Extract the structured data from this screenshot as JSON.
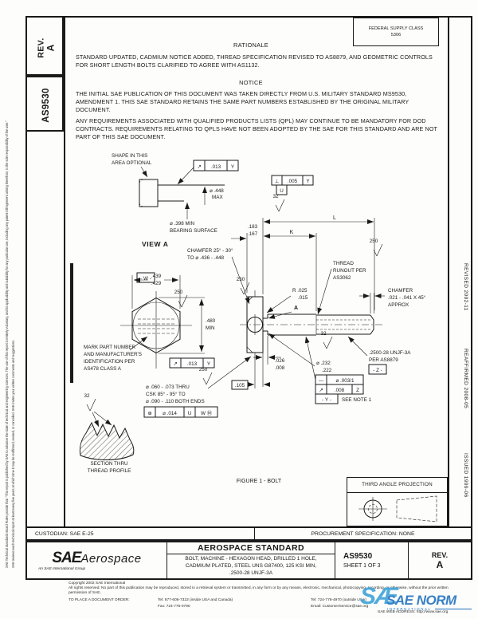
{
  "header": {
    "rev_label": "REV.",
    "rev_value": "A",
    "doc_number": "AS9530",
    "fsc_line1": "FEDERAL SUPPLY CLASS",
    "fsc_line2": "5306"
  },
  "margins": {
    "disclaimer_1": "SAE Technical Standards Board Rules provide that: \"This report is published by SAE to advance the state of technical and engineering sciences. The use of this report is entirely voluntary, and its applicability and suitability for any particular use, including any patent infringement arising therefrom, is the sole responsibility of the user.\"",
    "disclaimer_2": "SAE reviews each technical report at least every five years at which time it may be reaffirmed, revised, or cancelled. SAE invites your written comments and suggestions.",
    "revised": "REVISED 2002-11",
    "reaffirmed": "REAFFIRMED 2008-05",
    "issued": "ISSUED 1999-06"
  },
  "rationale": {
    "heading": "RATIONALE",
    "body": "STANDARD UPDATED, CADMIUM NOTICE ADDED, THREAD SPECIFICATION REVISED TO AS8879, AND GEOMETRIC CONTROLS FOR SHORT LENGTH BOLTS CLARIFIED TO AGREE WITH AS1132."
  },
  "notice": {
    "heading": "NOTICE",
    "para_1": "THE INITIAL SAE PUBLICATION OF THIS DOCUMENT WAS TAKEN DIRECTLY FROM U.S. MILITARY STANDARD MS9530, AMENDMENT 1. THIS SAE STANDARD RETAINS THE SAME PART NUMBERS ESTABLISHED BY THE ORIGINAL MILITARY DOCUMENT.",
    "para_2": "ANY REQUIREMENTS ASSOCIATED WITH QUALIFIED PRODUCTS LISTS (QPL) MAY CONTINUE TO BE MANDATORY FOR DOD CONTRACTS. REQUIREMENTS RELATING TO QPLS HAVE NOT BEEN ADOPTED BY THE SAE FOR THIS STANDARD AND ARE NOT PART OF THIS SAE DOCUMENT."
  },
  "figure": {
    "caption": "FIGURE 1 - BOLT",
    "shape_note_1": "SHAPE IN THIS",
    "shape_note_2": "AREA OPTIONAL",
    "view_a": "VIEW A",
    "view_arrow": "A",
    "fcf_runout_head": {
      "symbol": "↗",
      "value": ".013",
      "datum": "Y"
    },
    "dia_max_1": "⌀ .448",
    "dia_max_2": "MAX",
    "dia_bearing_1": "⌀ .398 MIN",
    "dia_bearing_2": "BEARING SURFACE",
    "fcf_perp": {
      "symbol": "⊥",
      "value": ".005",
      "datum": "Y"
    },
    "datum_u": "U",
    "datum_w": "- W -",
    "datum_y": "- Y -",
    "datum_z": "- Z -",
    "finish_32": "32",
    "finish_250": "250",
    "dim_L": "L",
    "dim_K": "K",
    "head_height_1": ".183",
    "head_height_2": ".167",
    "chamfer_head_1": "CHAMFER 25° - 30°",
    "chamfer_head_2": "TO ⌀ .436 - .448",
    "thread_runout_1": "THREAD",
    "thread_runout_2": "RUNOUT PER",
    "thread_runout_3": "AS3062",
    "chamfer_end_1": "CHAMFER",
    "chamfer_end_2": ".021 - .041 X 45°",
    "chamfer_end_3": "APPROX",
    "radius_1": "R .025",
    "radius_2": ".015",
    "across_flats_1": ".439",
    "across_flats_2": ".429",
    "across_corners_1": ".480",
    "across_corners_2": "MIN",
    "mark_note_1": "MARK PART NUMBER",
    "mark_note_2": "AND MANUFACTURER'S",
    "mark_note_3": "IDENTIFICATION PER",
    "mark_note_4": "AS478 CLASS A",
    "fcf_runout_hex": {
      "symbol": "↗",
      "value": ".013",
      "datum": "Y"
    },
    "hole_note_1": "⌀ .060 - .073 THRU",
    "hole_note_2": "CSK 85° - 95° TO",
    "hole_note_3": "⌀ .090 - .110 BOTH ENDS",
    "fcf_position": {
      "symbol": "⊕",
      "value": "⌀ .014",
      "datum_1": "U",
      "datum_2": "W Ⓜ"
    },
    "dim_105": ".105",
    "undercut_1": ".026",
    "undercut_2": ".008",
    "undercut_dia_1": "⌀ .232",
    "undercut_dia_2": ".222",
    "thread_spec_1": ".2500-28 UNJF-3A",
    "thread_spec_2": "PER AS8879",
    "fcf_straightness": {
      "symbol": "—",
      "value": "⌀ .003/1"
    },
    "fcf_runout_thread": {
      "symbol": "↗",
      "value": ".008",
      "datum": "Z"
    },
    "see_note": "SEE NOTE 1",
    "section_1": "SECTION THRU",
    "section_2": "THREAD PROFILE"
  },
  "projection": {
    "title": "THIRD ANGLE PROJECTION"
  },
  "title_block": {
    "custodian": "CUSTODIAN: SAE E-25",
    "procurement": "PROCUREMENT SPECIFICATION: NONE",
    "logo_main": "SAE",
    "logo_secondary": "Aerospace",
    "logo_tagline": "An SAE International Group",
    "standard_type": "AEROSPACE STANDARD",
    "title_line_1": "BOLT, MACHINE - HEXAGON HEAD, DRILLED 1 HOLE,",
    "title_line_2": "CADMIUM PLATED, STEEL UNS G87400, 125 KSI MIN,",
    "title_line_3": ".2500-28 UNJF-3A",
    "doc_number": "AS9530",
    "sheet": "SHEET 1 OF 3",
    "rev_label": "REV.",
    "rev_value": "A"
  },
  "footer": {
    "copyright": "Copyright 2002 SAE International",
    "rights": "All rights reserved. No part of this publication may be reproduced, stored in a retrieval system or transmitted, in any form or by any means, electronic, mechanical, photocopying, recording, or otherwise, without the prior written permission of SAE.",
    "order_label": "TO PLACE A DOCUMENT ORDER:",
    "phone_inside": "Tel: 877-606-7323 (inside USA and Canada)",
    "phone_outside": "Tel: 724-776-4970 (outside USA)",
    "fax": "Fax: 724-776-0790",
    "email": "Email: CustomerService@sae.org",
    "web": "SAE WEB ADDRESS: http://www.sae.org"
  },
  "watermark": {
    "logo": "SÆ",
    "text": "SAE NORM",
    "subtext": "INTERNATIONAL"
  },
  "colors": {
    "ink": "#1a1a1a",
    "watermark_blue": "#1d6fbe",
    "watermark_light_blue": "#3aa0d8"
  }
}
